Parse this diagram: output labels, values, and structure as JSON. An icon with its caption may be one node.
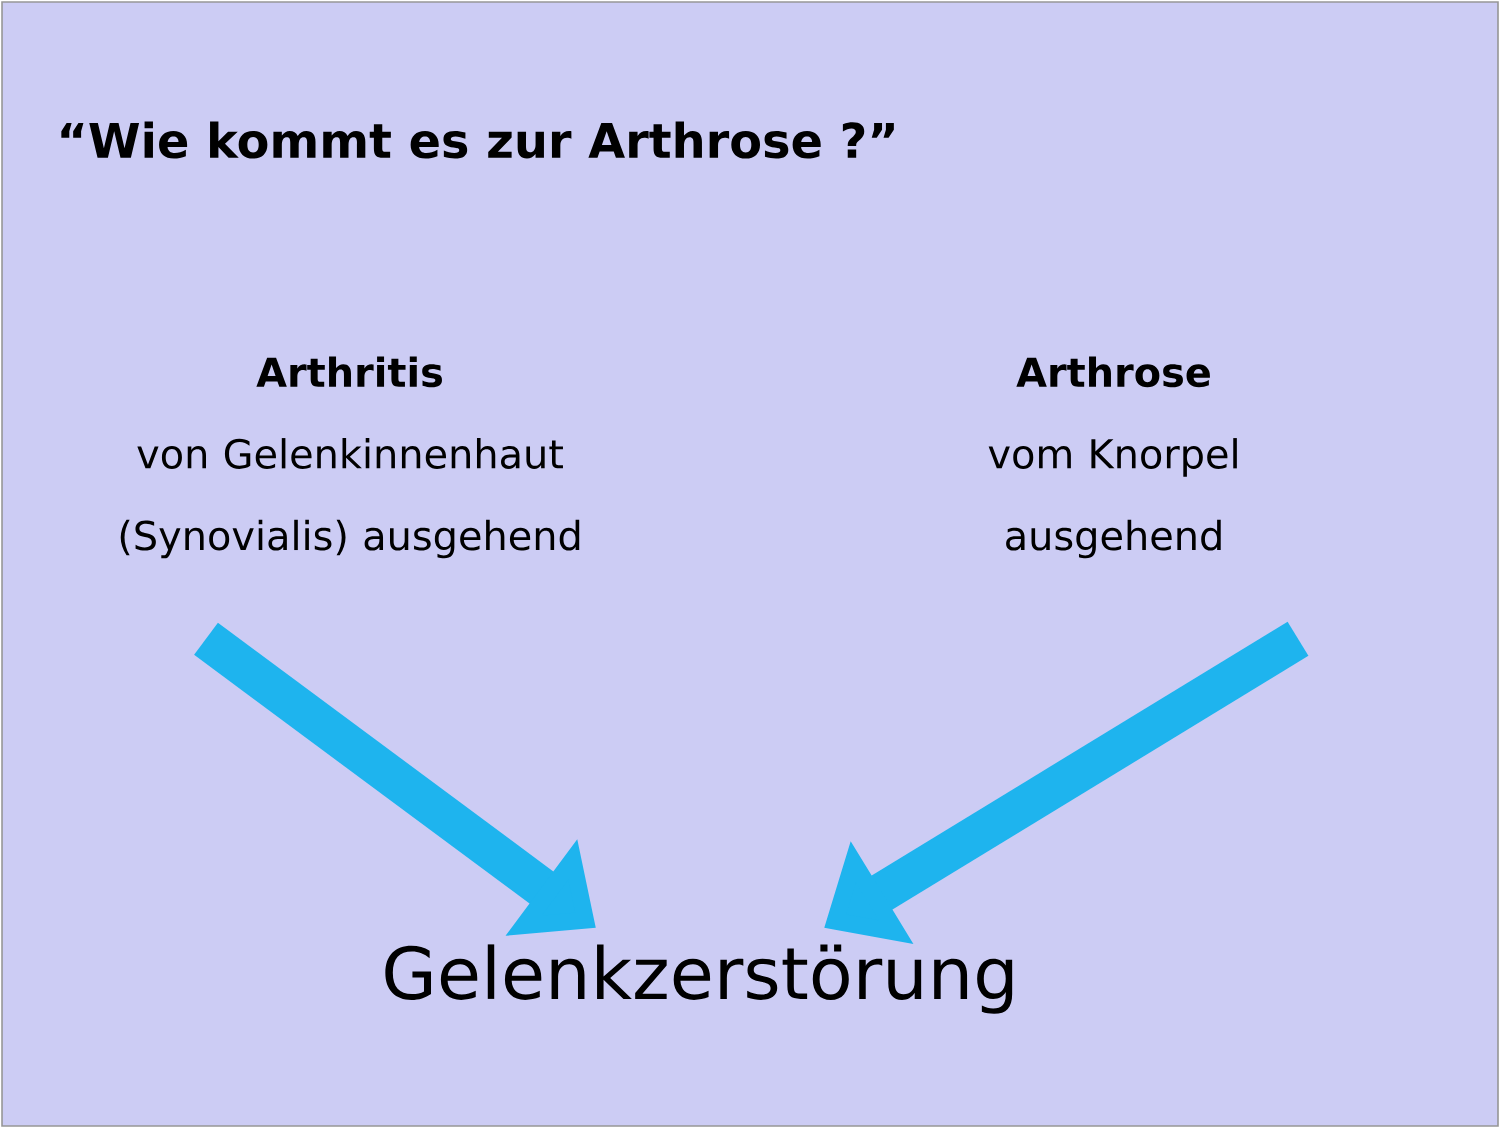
{
  "diagram": {
    "title": "“Wie kommt es zur Arthrose ?”",
    "nodes": [
      {
        "text": [
          "Arthritis",
          "von Gelenkinnenhaut (Synovialis) ausgehend"
        ]
      },
      {
        "text": [
          "Arthrose",
          "vom Knorpel ausgehend"
        ]
      },
      {
        "text": [
          "Gelenkzerstörung"
        ]
      }
    ],
    "edges": [
      {
        "from": 0,
        "to": 2,
        "arrow": "to"
      },
      {
        "from": 1,
        "to": 2,
        "arrow": "to"
      }
    ]
  }
}
